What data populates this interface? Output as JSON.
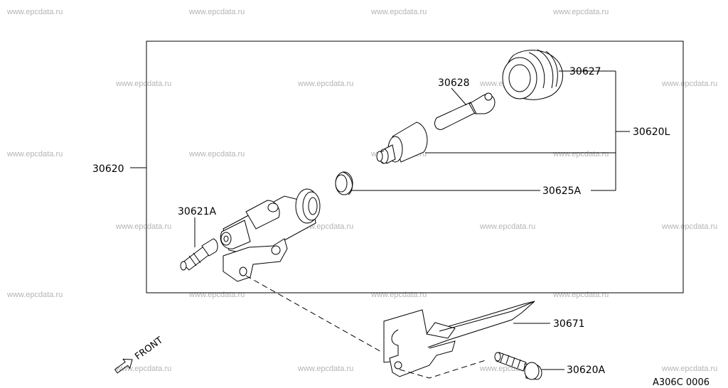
{
  "watermark": "www.epcdata.ru",
  "parts": {
    "main_assembly": "30620",
    "kit": "30620L",
    "boot": "30627",
    "push_rod": "30628",
    "piston_cup": "30625A",
    "bleeder": "30621A",
    "bracket": "30671",
    "bolt": "30620A"
  },
  "front_label": "FRONT",
  "diagram_code": "A306C 0006"
}
